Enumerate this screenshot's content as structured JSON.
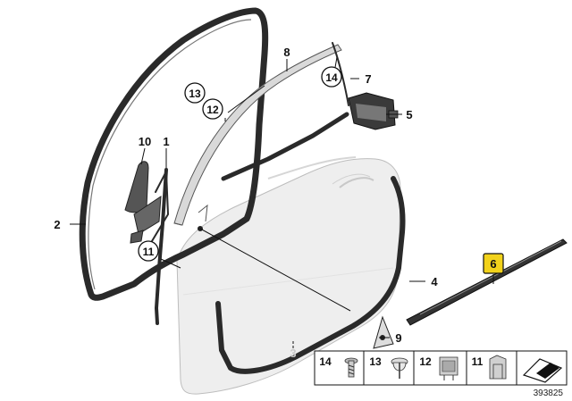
{
  "callouts": {
    "c1": "1",
    "c2": "2",
    "c3": "3",
    "c4": "4",
    "c5": "5",
    "c6": "6",
    "c7": "7",
    "c8": "8",
    "c9": "9",
    "c10": "10",
    "c11": "11",
    "c12": "12",
    "c13": "13",
    "c14": "14"
  },
  "legend": {
    "items": [
      "14",
      "13",
      "12",
      "11"
    ]
  },
  "document_number": "393825",
  "colors": {
    "highlight": "#f2d21b",
    "door_panel": "#efefef",
    "seal": "#2a2a2a"
  }
}
